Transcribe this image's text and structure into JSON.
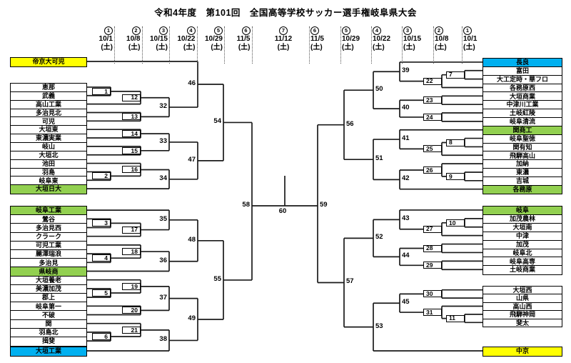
{
  "title": "令和4年度　第101回　全国高等学校サッカー選手権岐阜県大会",
  "rounds": [
    {
      "num": "1",
      "date": "10/1",
      "day": "(土)"
    },
    {
      "num": "2",
      "date": "10/8",
      "day": "(土)"
    },
    {
      "num": "3",
      "date": "10/15",
      "day": "(土)"
    },
    {
      "num": "4",
      "date": "10/22",
      "day": "(土)"
    },
    {
      "num": "5",
      "date": "10/29",
      "day": "(土)"
    },
    {
      "num": "6",
      "date": "11/5",
      "day": "(土)"
    },
    {
      "num": "7",
      "date": "11/12",
      "day": "(土)"
    },
    {
      "num": "6",
      "date": "11/5",
      "day": "(土)"
    },
    {
      "num": "5",
      "date": "10/29",
      "day": "(土)"
    },
    {
      "num": "4",
      "date": "10/22",
      "day": "(土)"
    },
    {
      "num": "3",
      "date": "10/15",
      "day": "(土)"
    },
    {
      "num": "2",
      "date": "10/8",
      "day": "(土)"
    },
    {
      "num": "1",
      "date": "10/1",
      "day": "(土)"
    }
  ],
  "colors": {
    "yellow": "#ffff00",
    "green": "#92d050",
    "cyan": "#00b0f0"
  },
  "sections": {
    "left_top": {
      "teams": [
        {
          "name": "帝京大可児",
          "color": "yellow"
        },
        {
          "name": "恵那"
        },
        {
          "name": "武義"
        },
        {
          "name": "高山工業"
        },
        {
          "name": "多治見北"
        },
        {
          "name": "可児"
        },
        {
          "name": "大垣東"
        },
        {
          "name": "東濃実業"
        },
        {
          "name": "岐山"
        },
        {
          "name": "大垣北"
        },
        {
          "name": "池田"
        },
        {
          "name": "羽島"
        },
        {
          "name": "岐阜東"
        },
        {
          "name": "大垣日大",
          "color": "green"
        }
      ],
      "tree": {
        "m": 54,
        "a": {
          "m": 46,
          "a": {
            "t": 0
          },
          "b": {
            "m": 32,
            "a": {
              "m": 12,
              "a": {
                "m": 1,
                "a": {
                  "t": 1
                },
                "b": {
                  "t": 2
                }
              },
              "b": {
                "t": 3
              }
            },
            "b": {
              "m": 13,
              "a": {
                "t": 4
              },
              "b": {
                "t": 5
              }
            }
          }
        },
        "b": {
          "m": 47,
          "a": {
            "m": 33,
            "a": {
              "m": 14,
              "a": {
                "t": 6
              },
              "b": {
                "t": 7
              }
            },
            "b": {
              "m": 15,
              "a": {
                "t": 8
              },
              "b": {
                "t": 9
              }
            }
          },
          "b": {
            "m": 34,
            "a": {
              "m": 16,
              "a": {
                "t": 10
              },
              "b": {
                "m": 2,
                "a": {
                  "t": 11
                },
                "b": {
                  "t": 12
                }
              }
            },
            "b": {
              "t": 13
            }
          }
        }
      }
    },
    "left_bottom": {
      "teams": [
        {
          "name": "岐阜工業",
          "color": "green"
        },
        {
          "name": "鶯谷"
        },
        {
          "name": "多治見西"
        },
        {
          "name": "クラーク"
        },
        {
          "name": "可児工業"
        },
        {
          "name": "麗澤瑞浪"
        },
        {
          "name": "多治見"
        },
        {
          "name": "県岐商",
          "color": "green"
        },
        {
          "name": "大垣養老"
        },
        {
          "name": "美濃加茂"
        },
        {
          "name": "郡上"
        },
        {
          "name": "岐阜第一"
        },
        {
          "name": "不破"
        },
        {
          "name": "関"
        },
        {
          "name": "羽島北"
        },
        {
          "name": "揖斐"
        },
        {
          "name": "大垣工業",
          "color": "cyan"
        }
      ],
      "tree": {
        "m": 55,
        "a": {
          "m": 48,
          "a": {
            "m": 35,
            "a": {
              "t": 0
            },
            "b": {
              "m": 17,
              "a": {
                "m": 3,
                "a": {
                  "t": 1
                },
                "b": {
                  "t": 2
                }
              },
              "b": {
                "t": 3
              }
            }
          },
          "b": {
            "m": 36,
            "a": {
              "m": 18,
              "a": {
                "t": 4
              },
              "b": {
                "m": 4,
                "a": {
                  "t": 5
                },
                "b": {
                  "t": 6
                }
              }
            },
            "b": {
              "t": 7
            }
          }
        },
        "b": {
          "m": 49,
          "a": {
            "m": 37,
            "a": {
              "m": 19,
              "a": {
                "t": 8
              },
              "b": {
                "m": 5,
                "a": {
                  "t": 9
                },
                "b": {
                  "t": 10
                }
              }
            },
            "b": {
              "m": 20,
              "a": {
                "t": 11
              },
              "b": {
                "t": 12
              }
            }
          },
          "b": {
            "m": 38,
            "a": {
              "m": 21,
              "a": {
                "t": 13
              },
              "b": {
                "m": 6,
                "a": {
                  "t": 14
                },
                "b": {
                  "t": 15
                }
              }
            },
            "b": {
              "t": 16
            }
          }
        }
      }
    },
    "right_top": {
      "teams": [
        {
          "name": "長良",
          "color": "cyan"
        },
        {
          "name": "富田"
        },
        {
          "name": "大工定時・華フロ"
        },
        {
          "name": "各務原西"
        },
        {
          "name": "大垣商業"
        },
        {
          "name": "中津川工業"
        },
        {
          "name": "土岐紅陵"
        },
        {
          "name": "岐阜清流"
        },
        {
          "name": "関商工",
          "color": "green"
        },
        {
          "name": "岐阜聖徳"
        },
        {
          "name": "関有知"
        },
        {
          "name": "飛騨高山"
        },
        {
          "name": "加納"
        },
        {
          "name": "東濃"
        },
        {
          "name": "吉城"
        },
        {
          "name": "各務原",
          "color": "green"
        }
      ],
      "tree": {
        "m": 56,
        "a": {
          "m": 50,
          "a": {
            "m": 39,
            "a": {
              "t": 0
            },
            "b": {
              "m": 22,
              "a": {
                "m": 7,
                "a": {
                  "t": 1
                },
                "b": {
                  "t": 2
                }
              },
              "b": {
                "t": 3
              }
            }
          },
          "b": {
            "m": 40,
            "a": {
              "m": 23,
              "a": {
                "t": 4
              },
              "b": {
                "t": 5
              }
            },
            "b": {
              "m": 24,
              "a": {
                "t": 6
              },
              "b": {
                "t": 7
              }
            }
          }
        },
        "b": {
          "m": 51,
          "a": {
            "m": 41,
            "a": {
              "t": 8
            },
            "b": {
              "m": 25,
              "a": {
                "m": 8,
                "a": {
                  "t": 9
                },
                "b": {
                  "t": 10
                }
              },
              "b": {
                "t": 11
              }
            }
          },
          "b": {
            "m": 42,
            "a": {
              "m": 26,
              "a": {
                "t": 12
              },
              "b": {
                "m": 9,
                "a": {
                  "t": 13
                },
                "b": {
                  "t": 14
                }
              }
            },
            "b": {
              "t": 15
            }
          }
        }
      }
    },
    "right_bottom": {
      "teams": [
        {
          "name": "岐阜",
          "color": "green"
        },
        {
          "name": "加茂農林"
        },
        {
          "name": "大垣南"
        },
        {
          "name": "中津"
        },
        {
          "name": "加茂"
        },
        {
          "name": "岐阜北"
        },
        {
          "name": "岐阜高専"
        },
        {
          "name": "土岐商業"
        },
        {
          "name": "大垣西"
        },
        {
          "name": "山県"
        },
        {
          "name": "高山西"
        },
        {
          "name": "飛騨神岡"
        },
        {
          "name": "斐太"
        },
        {
          "name": "中京",
          "color": "yellow"
        }
      ],
      "tree": {
        "m": 57,
        "a": {
          "m": 52,
          "a": {
            "m": 43,
            "a": {
              "t": 0
            },
            "b": {
              "m": 27,
              "a": {
                "m": 10,
                "a": {
                  "t": 1
                },
                "b": {
                  "t": 2
                }
              },
              "b": {
                "t": 3
              }
            }
          },
          "b": {
            "m": 44,
            "a": {
              "m": 28,
              "a": {
                "t": 4
              },
              "b": {
                "t": 5
              }
            },
            "b": {
              "m": 29,
              "a": {
                "t": 6
              },
              "b": {
                "t": 7
              }
            }
          }
        },
        "b": {
          "m": 53,
          "a": {
            "m": 45,
            "a": {
              "m": 30,
              "a": {
                "t": 8
              },
              "b": {
                "t": 9
              }
            },
            "b": {
              "m": 31,
              "a": {
                "t": 10
              },
              "b": {
                "m": 11,
                "a": {
                  "t": 11
                },
                "b": {
                  "t": 12
                }
              }
            }
          },
          "b": {
            "t": 13
          }
        }
      }
    }
  },
  "finals": {
    "semifinal_left": "58",
    "semifinal_right": "59",
    "final": "60"
  }
}
